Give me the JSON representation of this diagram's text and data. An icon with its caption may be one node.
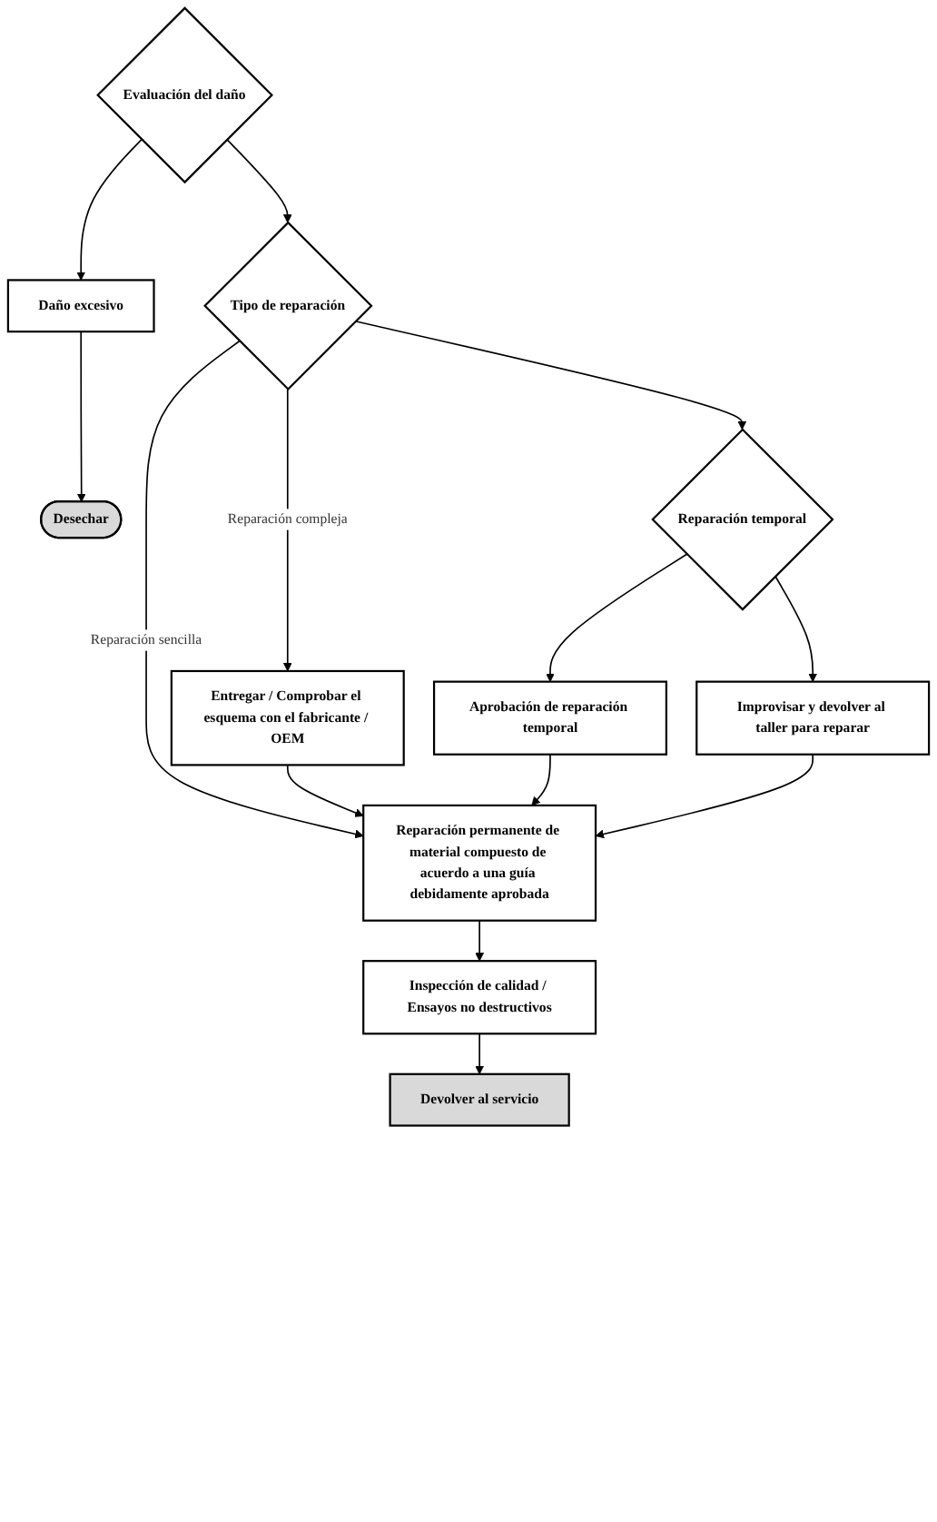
{
  "diagram": {
    "nodes": [
      {
        "text": [
          "Evaluación del daño"
        ]
      },
      {
        "text": [
          "Daño excesivo"
        ]
      },
      {
        "text": [
          "Desechar"
        ]
      },
      {
        "text": [
          "Tipo de reparación"
        ]
      },
      {
        "text": [
          "Entregar / Comprobar el esquema con el fabricante / OEM"
        ]
      },
      {
        "text": [
          "Reparación temporal"
        ]
      },
      {
        "text": [
          "Aprobación de reparación temporal"
        ]
      },
      {
        "text": [
          "Improvisar y devolver al taller para reparar"
        ]
      },
      {
        "text": [
          "Reparación permanente de material compuesto de acuerdo a una guía debidamente aprobada"
        ]
      },
      {
        "text": [
          "Inspección de calidad / Ensayos no destructivos"
        ]
      },
      {
        "text": [
          "Devolver al servicio"
        ]
      }
    ],
    "edges": [
      {
        "from": 0,
        "to": 1,
        "arrow": "to"
      },
      {
        "from": 1,
        "to": 2,
        "arrow": "to"
      },
      {
        "from": 0,
        "to": 3,
        "arrow": "to"
      },
      {
        "from": 3,
        "to": 4,
        "arrow": "to",
        "label": "Reparación compleja"
      },
      {
        "from": 3,
        "to": 5,
        "arrow": "to"
      },
      {
        "from": 3,
        "to": 8,
        "arrow": "to",
        "label": "Reparación sencilla"
      },
      {
        "from": 5,
        "to": 6,
        "arrow": "to"
      },
      {
        "from": 5,
        "to": 7,
        "arrow": "to"
      },
      {
        "from": 4,
        "to": 8,
        "arrow": "to"
      },
      {
        "from": 6,
        "to": 8,
        "arrow": "to"
      },
      {
        "from": 7,
        "to": 8,
        "arrow": "to"
      },
      {
        "from": 8,
        "to": 9,
        "arrow": "to"
      },
      {
        "from": 9,
        "to": 10,
        "arrow": "to"
      }
    ]
  }
}
